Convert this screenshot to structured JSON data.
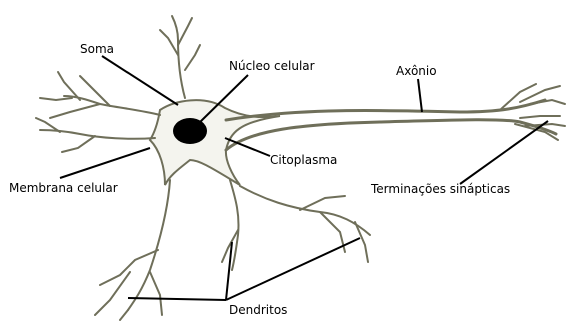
{
  "diagram": {
    "labels": {
      "soma": "Soma",
      "nucleus": "Núcleo celular",
      "axon": "Axônio",
      "cytoplasm": "Citoplasma",
      "membrane": "Membrana celular",
      "terminals": "Terminações sinápticas",
      "dendrites": "Dendritos"
    }
  }
}
